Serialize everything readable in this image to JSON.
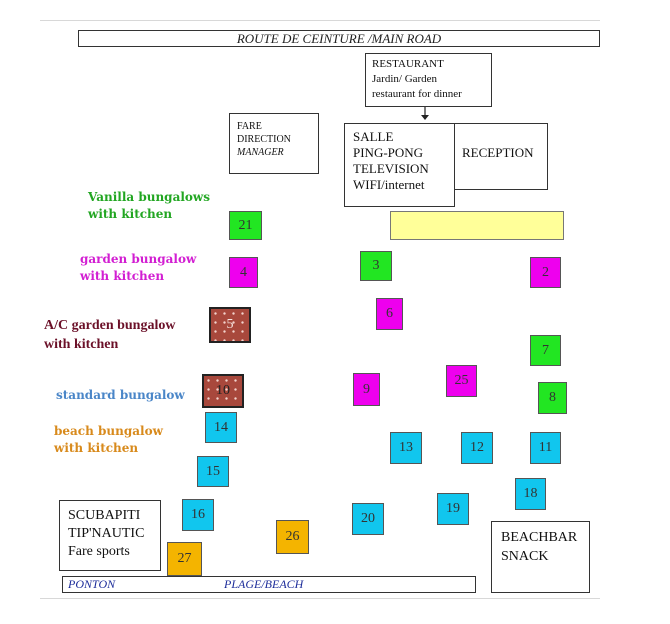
{
  "road": {
    "label": "ROUTE DE CEINTURE /MAIN ROAD"
  },
  "restaurant": {
    "line1": "RESTAURANT",
    "line2": "Jardin/ Garden",
    "line3": "restaurant for dinner"
  },
  "manager": {
    "line1": "FARE",
    "line2": "DIRECTION",
    "line3": "MANAGER"
  },
  "salle": {
    "line1": "SALLE",
    "line2": "PING-PONG",
    "line3": "TELEVISION",
    "line4": "WIFI/internet"
  },
  "reception": {
    "label": "RECEPTION"
  },
  "legend": {
    "vanilla": {
      "line1": "Vanilla bungalows",
      "line2": "with kitchen",
      "color": "#22a622"
    },
    "garden": {
      "line1": "garden bungalow",
      "line2": "with kitchen",
      "color": "#d21ed2"
    },
    "ac": {
      "line1": "A/C garden bungalow",
      "line2": "with kitchen",
      "color": "#6b1028"
    },
    "standard": {
      "line1": "standard bungalow",
      "color": "#4a86c8"
    },
    "beach": {
      "line1": "beach bungalow",
      "line2": "with kitchen",
      "color": "#d88a1c"
    }
  },
  "bungalows": {
    "b21": "21",
    "b4": "4",
    "b3": "3",
    "b2": "2",
    "b6": "6",
    "b5": "5",
    "b7": "7",
    "b25": "25",
    "b9": "9",
    "b10": "10",
    "b8": "8",
    "b14": "14",
    "b13": "13",
    "b12": "12",
    "b11": "11",
    "b15": "15",
    "b18": "18",
    "b19": "19",
    "b16": "16",
    "b20": "20",
    "b26": "26",
    "b27": "27"
  },
  "scubapiti": {
    "line1": "SCUBAPITI",
    "line2": "TIP'NAUTIC",
    "line3": "Fare sports"
  },
  "beachbar": {
    "line1": "BEACHBAR",
    "line2": "SNACK"
  },
  "beach": {
    "ponton": "PONTON",
    "plage": "PLAGE/BEACH"
  },
  "colors": {
    "green": "#22e622",
    "magenta": "#ee00ee",
    "cyan": "#11c6ee",
    "orange": "#f4b400",
    "yellow": "#ffff99",
    "ac_brown": "#a8483c"
  }
}
